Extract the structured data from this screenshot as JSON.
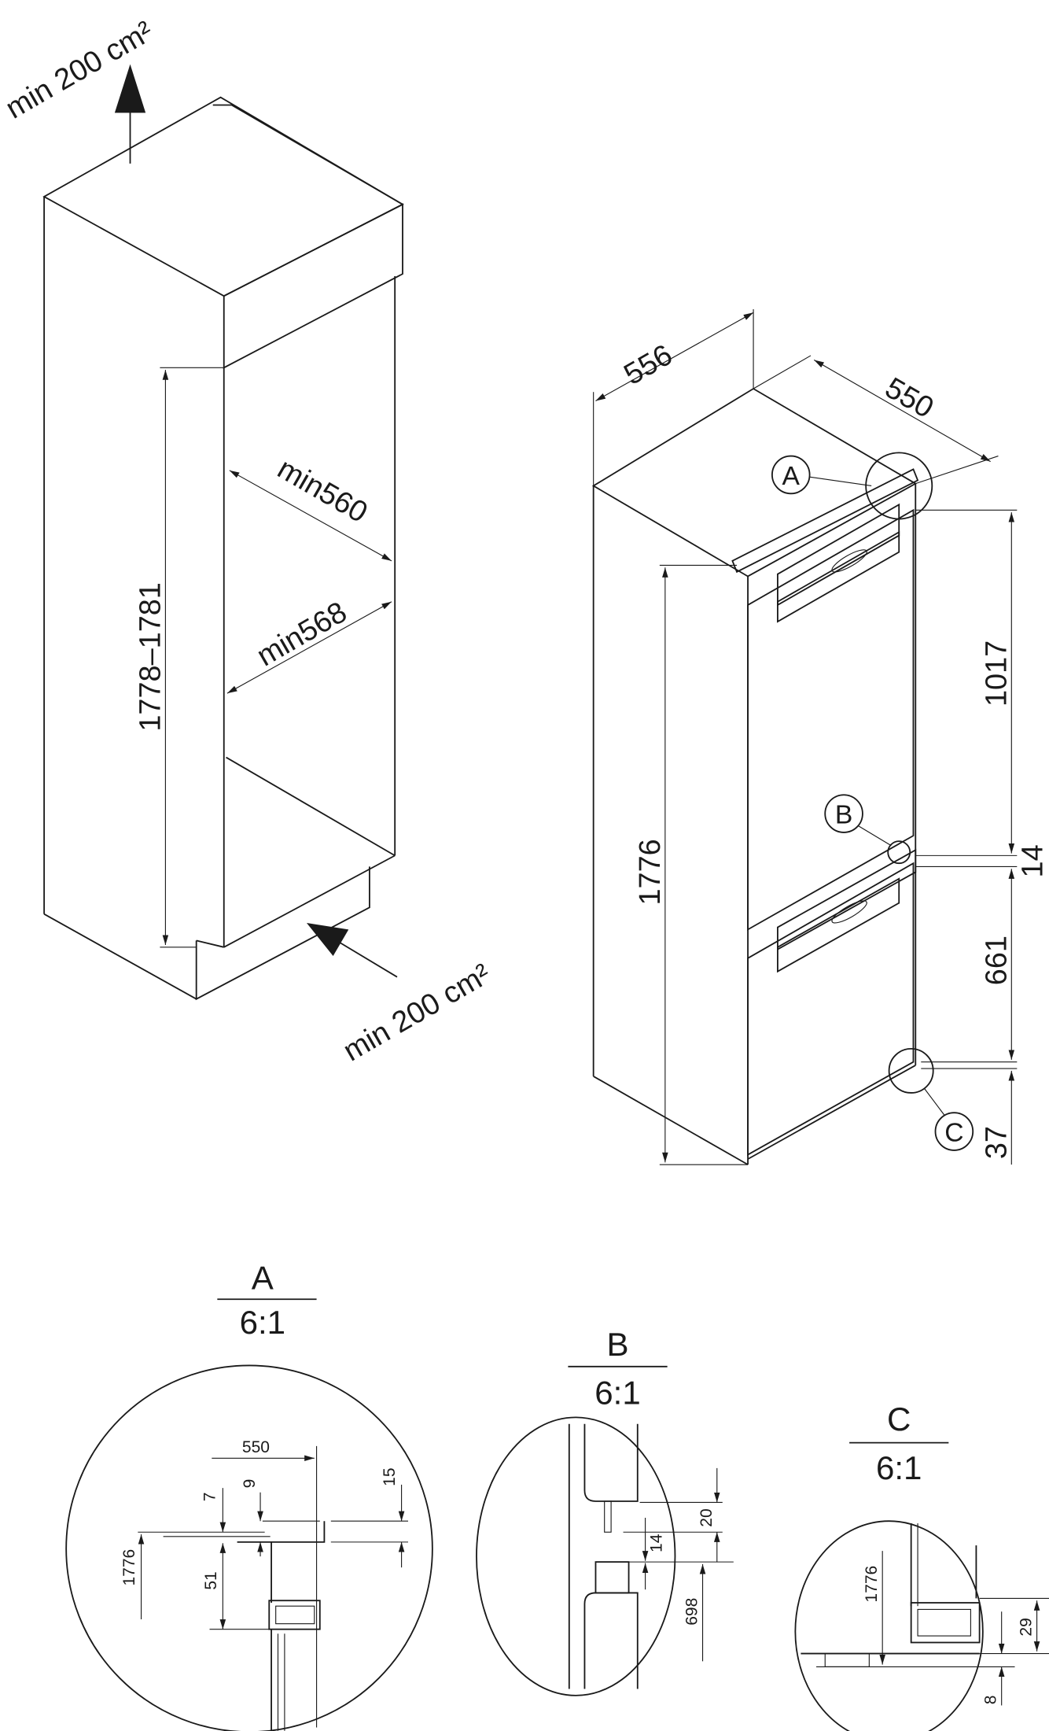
{
  "installation": {
    "vent_top": "min 200 cm²",
    "vent_bottom": "min 200 cm²",
    "niche_height": "1778–1781",
    "niche_depth": "min560",
    "niche_width": "min568"
  },
  "appliance": {
    "width": "556",
    "depth": "550",
    "height": "1776",
    "dim_upper": "1017",
    "dim_gap": "14",
    "dim_lower": "661",
    "dim_bottom": "37",
    "callout_a": "A",
    "callout_b": "B",
    "callout_c": "C"
  },
  "detail_a": {
    "letter": "A",
    "scale": "6:1",
    "d550": "550",
    "d7": "7",
    "d9": "9",
    "d15": "15",
    "d1776": "1776",
    "d51": "51"
  },
  "detail_b": {
    "letter": "B",
    "scale": "6:1",
    "d20": "20",
    "d14": "14",
    "d698": "698"
  },
  "detail_c": {
    "letter": "C",
    "scale": "6:1",
    "d1776": "1776",
    "d29": "29",
    "d8": "8"
  }
}
